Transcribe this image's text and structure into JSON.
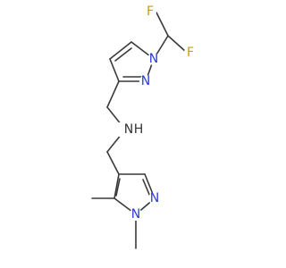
{
  "molecule": {
    "atoms": {
      "f1": "F",
      "f2": "F",
      "n_ring1_a": "N",
      "n_ring1_b": "N",
      "nh": "N",
      "h": "H",
      "n_ring2_a": "N",
      "n_ring2_b": "N"
    }
  },
  "colors": {
    "bond": "#3a3a3a",
    "fluorine": "#c8a000",
    "nitrogen": "#2b3bd6",
    "amine": "#333333"
  }
}
